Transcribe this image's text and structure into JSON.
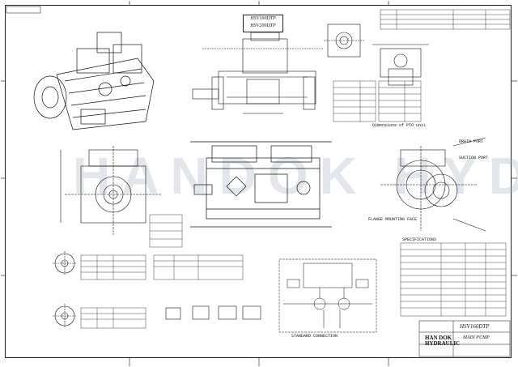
{
  "drawing": {
    "model_lines": [
      "HSV160DTP",
      "HSV200DTP"
    ],
    "dimension_note": "Dimensions of PTO unit",
    "spec_title": "SPECIFICATIONS",
    "flange_note": "FLANGE MOUNTING FACE",
    "suction_port": "SUCTION PORT",
    "drain_port": "DRAIN PORT",
    "standard_connection_label": "STANDARD CONNECTION",
    "company_line1": "HAN DOK",
    "company_line2": "HYDRAULIC",
    "title_model": "HSV160DTP",
    "title_name": "MAIN PUMP",
    "watermark": "HANDOK HYD"
  }
}
